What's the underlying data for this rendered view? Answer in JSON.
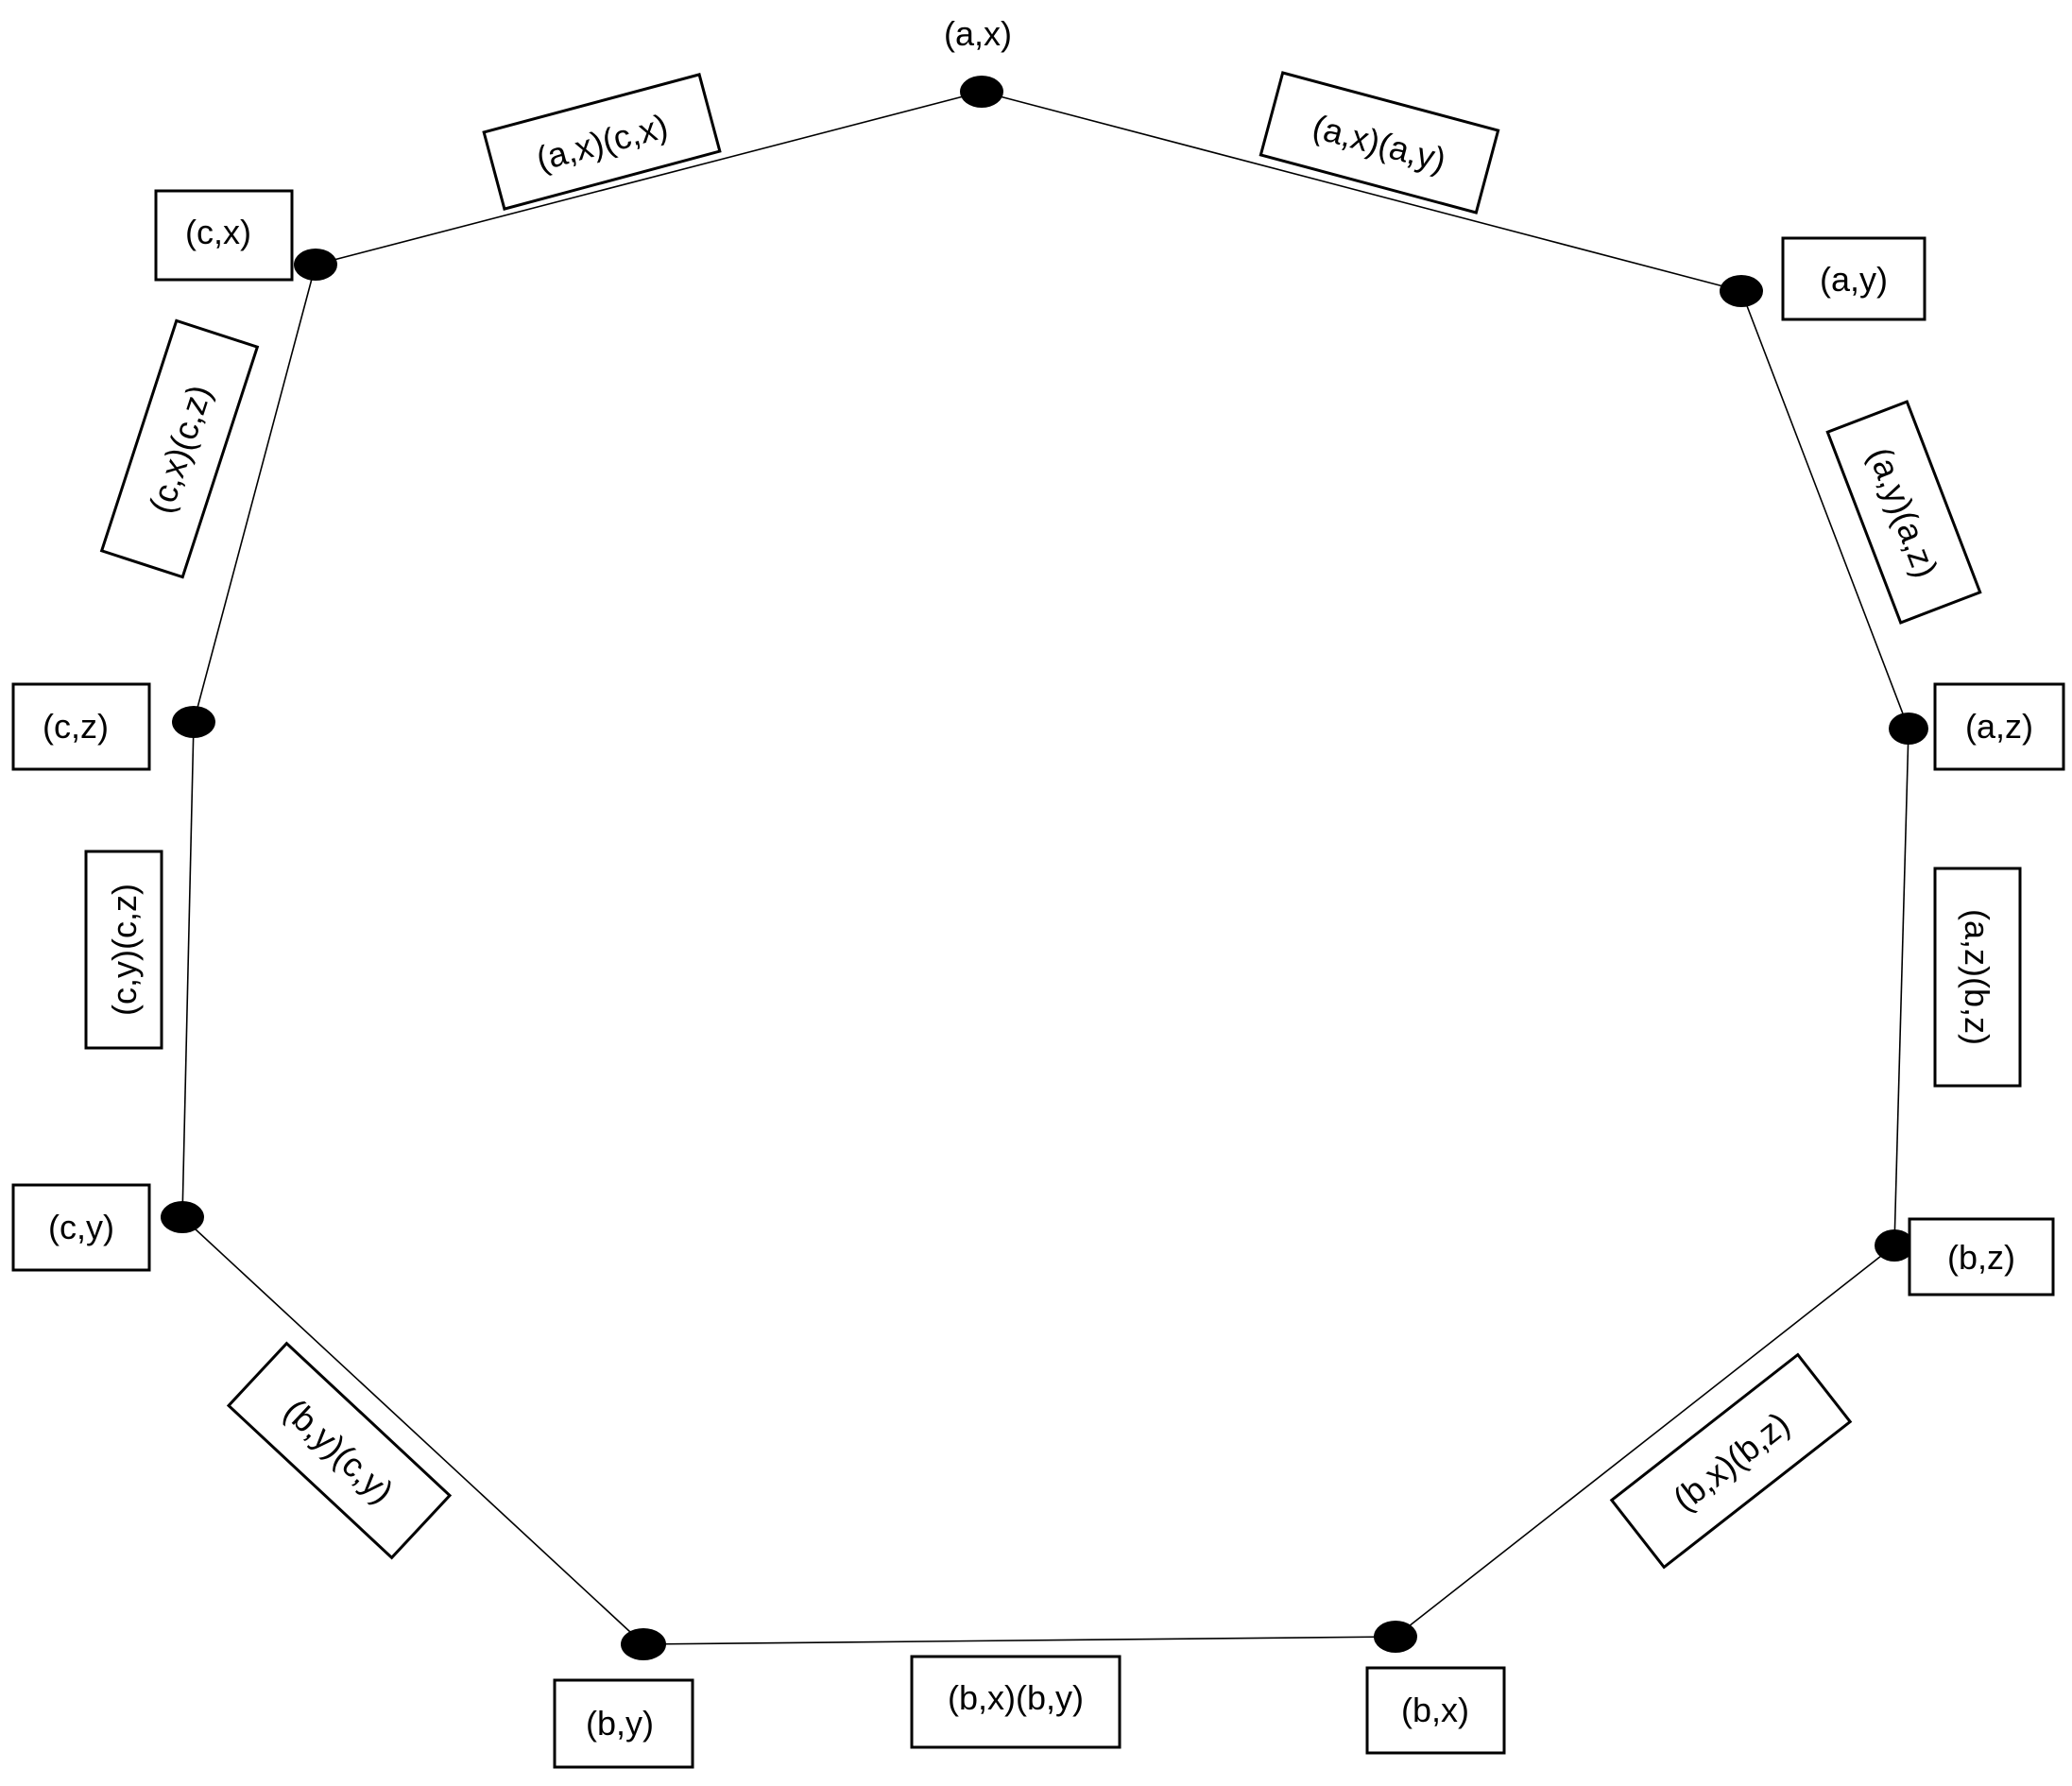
{
  "vertices": [
    {
      "id": "ax",
      "label": "(a,x)"
    },
    {
      "id": "ay",
      "label": "(a,y)"
    },
    {
      "id": "az",
      "label": "(a,z)"
    },
    {
      "id": "bz",
      "label": "(b,z)"
    },
    {
      "id": "bx",
      "label": "(b,x)"
    },
    {
      "id": "by",
      "label": "(b,y)"
    },
    {
      "id": "cy",
      "label": "(c,y)"
    },
    {
      "id": "cz",
      "label": "(c,z)"
    },
    {
      "id": "cx",
      "label": "(c,x)"
    }
  ],
  "edges": [
    {
      "from": "ax",
      "to": "ay",
      "label": "(a,x)(a,y)"
    },
    {
      "from": "ay",
      "to": "az",
      "label": "(a,y)(a,z)"
    },
    {
      "from": "az",
      "to": "bz",
      "label": "(a,z)(b,z)"
    },
    {
      "from": "bz",
      "to": "bx",
      "label": "(b,x)(b,z)"
    },
    {
      "from": "bx",
      "to": "by",
      "label": "(b,x)(b,y)"
    },
    {
      "from": "by",
      "to": "cy",
      "label": "(b,y)(c,y)"
    },
    {
      "from": "cy",
      "to": "cz",
      "label": "(c,y)(c,z)"
    },
    {
      "from": "cz",
      "to": "cx",
      "label": "(c,x)(c,z)"
    },
    {
      "from": "cx",
      "to": "ax",
      "label": "(a,x)(c,x)"
    }
  ]
}
